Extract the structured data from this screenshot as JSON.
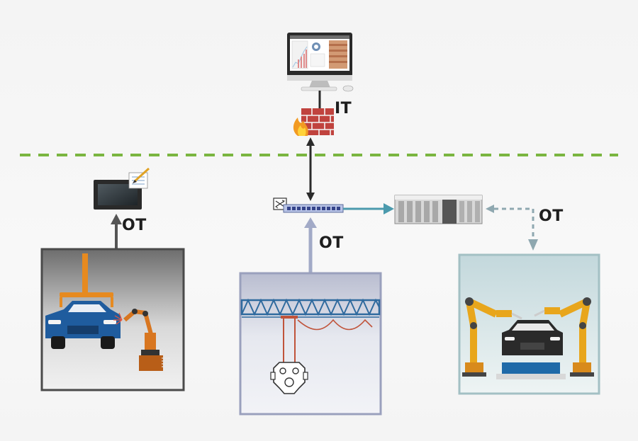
{
  "labels": {
    "it": "IT",
    "ot_hmi": "OT",
    "ot_crane": "OT",
    "ot_robot": "OT"
  },
  "colors": {
    "boundary": "#7ab540",
    "arrow_dark": "#3b3b3b",
    "arrow_blue": "#a2aac7",
    "arrow_teal": "#4b9aad",
    "arrow_dashed": "#8fa8b0",
    "robot_orange": "#d87620",
    "robot_yellow": "#e8a61c",
    "car_blue": "#1f5c9e"
  },
  "icons": [
    "monitor-icon",
    "firewall-icon",
    "hmi-tablet-icon",
    "network-switch-icon",
    "plc-rack-icon",
    "welding-robot-icon",
    "crane-hoist-icon",
    "assembly-robots-icon"
  ]
}
